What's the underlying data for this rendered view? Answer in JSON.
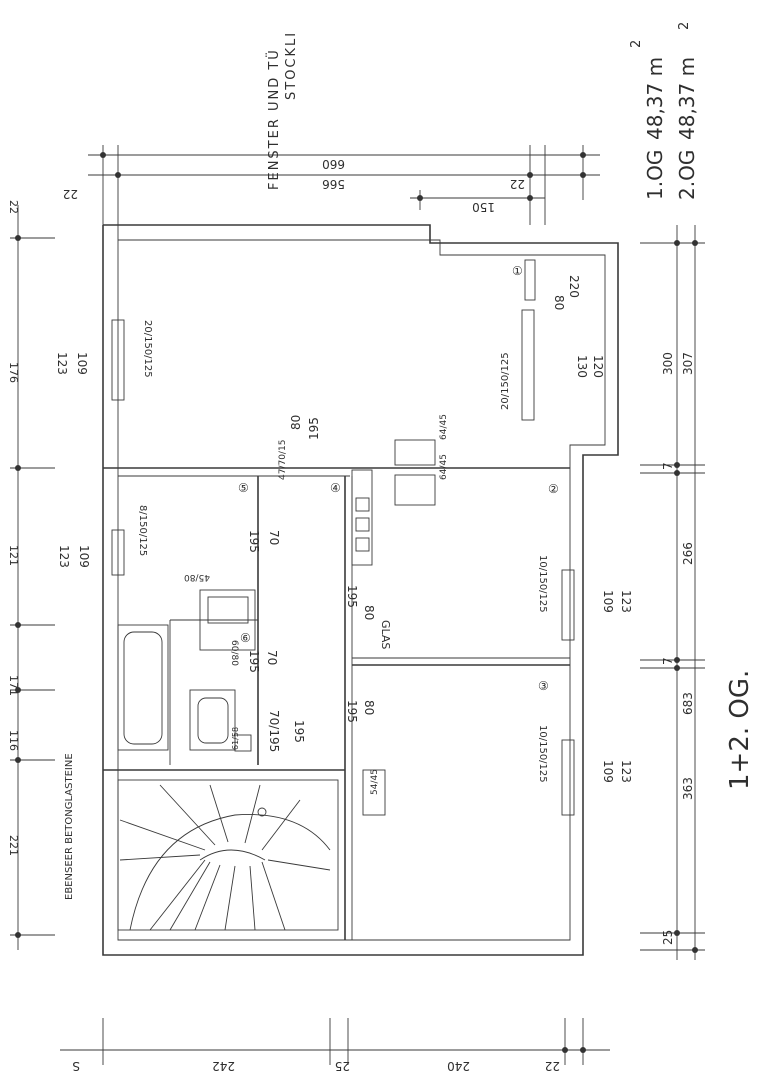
{
  "header": {
    "note_line1": "FENSTER UND TÜ",
    "note_line2": "STOCKLI"
  },
  "areas": {
    "og1_label": "1.OG",
    "og1_value": "48,37 m",
    "og2_label": "2.OG",
    "og2_value": "48,37 m",
    "unit_sup": "2"
  },
  "floor_title": "1+2. OG.",
  "stair_note": "EBENSEER BETONGLASTEINE",
  "dims_top": {
    "d22a": "22",
    "d660": "660",
    "d566": "566",
    "d22b": "22",
    "d150": "150"
  },
  "dims_right": {
    "d300": "300",
    "d307": "307",
    "d7a": "7",
    "d266": "266",
    "d7b": "7",
    "d683": "683",
    "d363": "363",
    "d25": "25"
  },
  "dims_left": {
    "d22": "22",
    "d176": "176",
    "d121": "121",
    "d171": "171",
    "d116": "116",
    "d221": "221"
  },
  "dims_bottom": {
    "dS": "S",
    "d242": "242",
    "d25": "25",
    "d240": "240",
    "d22": "22"
  },
  "windows": {
    "w_left_top": "20/150/125",
    "w_left_top_h1": "109",
    "w_left_top_h2": "123",
    "w_right_top": "20/150/125",
    "w_right_top_h1": "130",
    "w_right_top_h2": "120",
    "w_right_small1": "80",
    "w_right_small2": "220",
    "w_left_mid": "8/150/125",
    "w_left_mid_h1": "109",
    "w_left_mid_h2": "123",
    "w_right_mid": "10/150/125",
    "w_right_mid_h1": "109",
    "w_right_mid_h2": "123",
    "w_right_low": "10/150/125",
    "w_right_low_h1": "109",
    "w_right_low_h2": "123"
  },
  "doors": {
    "door_80": "80",
    "door_195": "195",
    "door_70a": "70",
    "door_195b": "195",
    "door_80b": "80",
    "door_195c": "195",
    "glas": "GLAS",
    "door_70b": "70",
    "door_195d": "195",
    "door_80c": "80",
    "door_195e": "195",
    "door_7095": "70/195",
    "door_195f": "195",
    "door_47": "47/70/15"
  },
  "fixtures": {
    "f1": "64/45",
    "f2": "64/45",
    "f3": "45/80",
    "f4": "60/80",
    "f5": "54/45",
    "f6": "61/58"
  },
  "room_numbers": {
    "r1": "①",
    "r2": "②",
    "r3": "③",
    "r4": "④",
    "r5": "⑤",
    "r6": "⑥"
  }
}
